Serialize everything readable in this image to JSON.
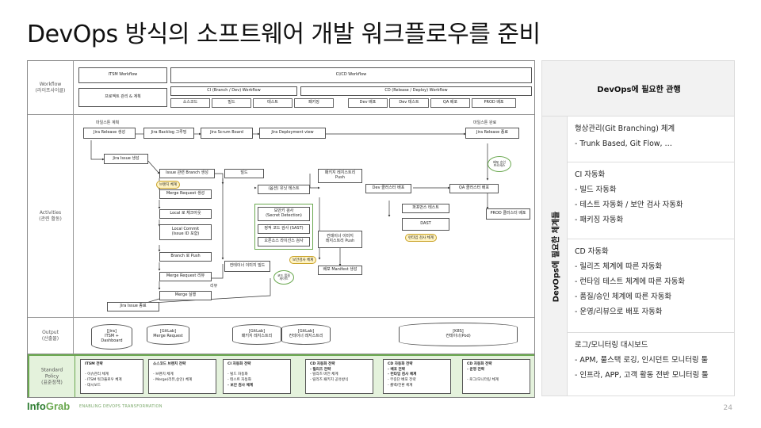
{
  "title": "DevOps 방식의 소프트웨어 개발 워크플로우를 준비",
  "diagram": {
    "lanes": {
      "workflow": "Workflow\n(라이프사이클)",
      "activities": "Activities\n(관련 활동)",
      "output": "Output\n(산출물)",
      "policy": "Standard\nPolicy\n(표준정책)"
    },
    "workflow_row": {
      "itsm": "ITSM Workflow",
      "cicd": "CI/CD Workflow",
      "ci": "CI (Branch / Dev) Workflow",
      "cd": "CD (Release / Deploy) Workflow",
      "project": "프로젝트 관리 & 계획",
      "steps": [
        "소스코드",
        "빌드",
        "테스트",
        "패키징",
        "Dev 배포",
        "Dev 테스트",
        "QA 배포",
        "PROD 배포"
      ]
    },
    "activities": {
      "milestone_plan": "마일스톤 계획",
      "milestone_done": "마일스톤 완료",
      "jira_release_create": "Jira Release 생성",
      "jira_backlog": "Jira Backlog 그루밍",
      "jira_scrum": "Jira Scrum Board",
      "jira_deploy_view": "Jira Deployment view",
      "jira_release_done": "Jira Release 종료",
      "jira_issue_create": "Jira Issue 생성",
      "issue_branch": "Issue 관련 Branch 생성",
      "branch_policy": "브랜치 체계",
      "merge_request_create": "Merge Request 생성",
      "local_checkout": "Local 로 체크아웃",
      "local_commit": "Local Commit\n(Issue ID 포함)",
      "branch_push": "Branch 로 Push",
      "merge_request_review": "Merge Request 리뷰",
      "review": "리뷰",
      "merge_exec": "Merge 실행",
      "jira_issue_done": "Jira Issue 종료",
      "build": "빌드",
      "unit_test": "(옵션) 유닛 테스트",
      "secret_detection": "보안키 검사\n(Secret Detection)",
      "sast": "정적 코드 검사 (SAST)",
      "license_check": "오픈소스 라이선스 검사",
      "container_build": "컨테이너 이미지 빌드",
      "security_policy": "보안검사 체계",
      "quality_gate": "코드 품질\n게이트",
      "package_push": "패키지 레지스트리\nPush",
      "container_push": "컨테이너 이미지\n레지스트리 Push",
      "deploy_manifest": "배포 Manifest 생성",
      "dev_deploy": "Dev 클러스터 배포",
      "perf_test": "퍼포먼스 테스트",
      "dast": "DAST",
      "runtime_policy": "런타임 검사 체계",
      "qa_deploy": "QA 클러스터 배포",
      "approval": "배포 승인\n프로세스",
      "prod_deploy": "PROD 클러스터 배포"
    },
    "outputs": {
      "jira": "[Jira]\nITSM +\nDashboard",
      "gitlab_mr": "[GitLab]\nMerge Request",
      "gitlab_pkg": "[GitLab]\n패키지 레지스트리",
      "gitlab_container": "[GitLab]\n컨테이너 레지스트리",
      "k8s": "[K8S]\n컨테이너(Pod)"
    },
    "policies": [
      {
        "head": "ITSM 전략",
        "lines": [
          "- 이슈관리 체계",
          "- ITSM 워크플로우 체계",
          "- 대시보드"
        ]
      },
      {
        "head": "소스코드 브랜치 전략",
        "lines": [
          "- 브랜치 체계",
          "- Merge(리뷰,승인) 체계"
        ]
      },
      {
        "head": "CI 자동화 전략",
        "lines": [
          "- 빌드 자동화",
          "- 테스트 자동화",
          "- 보안 검사 체계"
        ]
      },
      {
        "head": "CD 자동화 전략\n- 릴리즈 전략",
        "lines": [
          "- 릴리즈 버전 체계",
          "- 릴리즈 패키지 공유방식"
        ]
      },
      {
        "head": "CD 자동화 전략\n- 배포 전략",
        "lines": [
          "- 런타임 검사 체계",
          "- 무중단 배포 전략",
          "- 롤백/전환 체계"
        ]
      },
      {
        "head": "CD 자동화 전략\n- 운영 전략",
        "lines": [
          "- 로그/모니터링 체계"
        ]
      }
    ]
  },
  "practices": {
    "header": "DevOps에 필요한 관행",
    "side": "DevOps에 필요한 체계들",
    "rows": [
      {
        "head": "형상관리(Git Branching) 체계",
        "lines": [
          "- Trunk Based, Git Flow, …"
        ]
      },
      {
        "head": "CI 자동화",
        "lines": [
          "- 빌드 자동화",
          "- 테스트 자동화 / 보안 검사 자동화",
          "- 패키징 자동화"
        ]
      },
      {
        "head": "CD 자동화",
        "lines": [
          "- 릴리즈 체계에 따른 자동화",
          "- 런타임 테스트 체계에 따른 자동화",
          "- 품질/승인 체계에 따른 자동화",
          "- 운영/리뷰으로 배포 자동화"
        ]
      },
      {
        "head": "로그/모니터링 대시보드",
        "lines": [
          "- APM, 풀스택 로깅, 인시던트 모니터링 툴",
          "- 인프라, APP, 고객 활동 전반 모니터링 툴"
        ]
      }
    ]
  },
  "footer": {
    "logo_a": "Info",
    "logo_b": "Grab",
    "tagline": "ENABLING DEVOPS TRANSFORMATION",
    "page": "24"
  },
  "colors": {
    "accent_green": "#6aa84f",
    "highlight": "#c9a227"
  }
}
